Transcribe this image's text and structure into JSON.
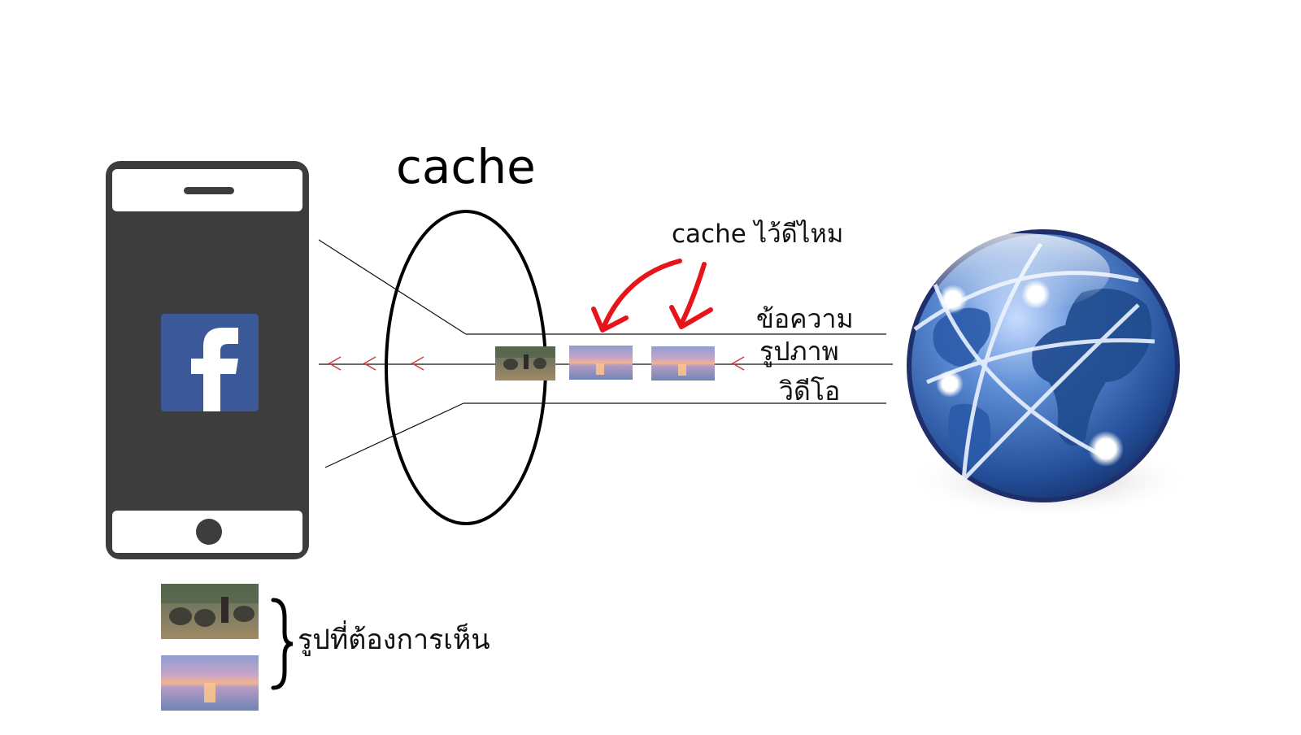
{
  "diagram": {
    "title": "cache",
    "question": "cache ไว้ดีไหม",
    "streams": [
      "ข้อความ",
      "รูปภาพ",
      "วิดีโอ"
    ],
    "desired_images_label": "รูปที่ต้องการเห็น",
    "icons": {
      "phone": "smartphone-icon",
      "app": "facebook-icon",
      "server": "globe-icon"
    },
    "thumbnails": [
      "dinosaur-scene-thumbnail",
      "sunset-sea-thumbnail"
    ],
    "colors": {
      "phone_body": "#3d3d3d",
      "facebook_blue": "#3b5998",
      "annotation_arrow": "#e8141c",
      "flow_arrow": "#d23a3a",
      "globe_blue": "#2a5aa8"
    }
  }
}
